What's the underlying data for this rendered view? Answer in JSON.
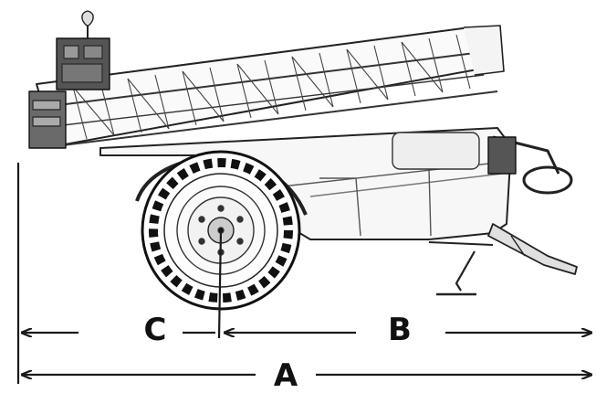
{
  "diagram": {
    "colors": {
      "ink": "#1a1a1a",
      "line": "#444444",
      "background": "#ffffff"
    },
    "dimensions": [
      {
        "key": "A",
        "label": "A"
      },
      {
        "key": "B",
        "label": "B"
      },
      {
        "key": "C",
        "label": "C"
      }
    ]
  }
}
